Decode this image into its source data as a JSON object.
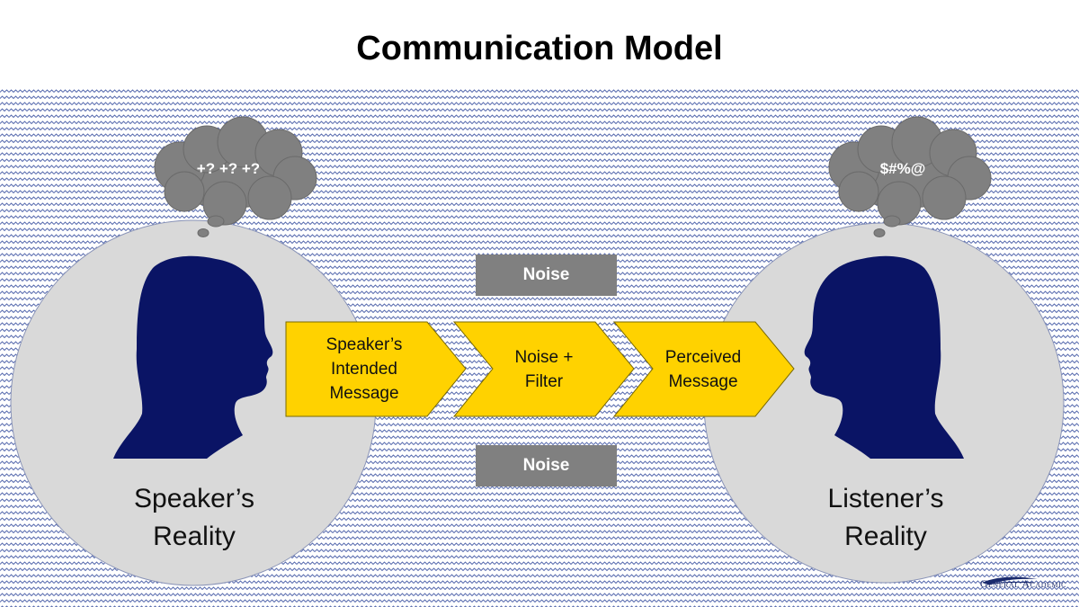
{
  "title": "Communication Model",
  "speaker": {
    "thought": "+? +? +?",
    "label_line1": "Speaker’s",
    "label_line2": "Reality"
  },
  "listener": {
    "thought": "$#%@",
    "label_line1": "Listener’s",
    "label_line2": "Reality"
  },
  "flow": [
    {
      "lines": [
        "Speaker’s",
        "Intended",
        "Message"
      ]
    },
    {
      "lines": [
        "Noise +",
        "Filter"
      ]
    },
    {
      "lines": [
        "Perceived",
        "Message"
      ]
    }
  ],
  "noise_top": "Noise",
  "noise_bottom": "Noise",
  "logo_text": "General Academic",
  "colors": {
    "background_pattern": "#4a5fa8",
    "circle_fill": "#d9d9d9",
    "head_fill": "#0a1465",
    "chevron_fill": "#ffd200",
    "cloud_fill": "#808080",
    "noise_fill": "#808080"
  }
}
